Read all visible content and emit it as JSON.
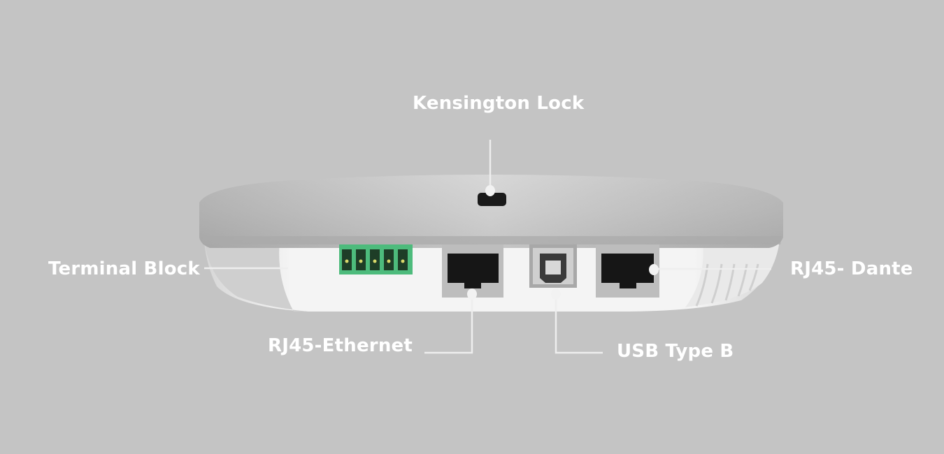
{
  "labels": {
    "kensington": "Kensington Lock",
    "terminal": "Terminal Block",
    "ethernet": "RJ45-Ethernet",
    "usb": "USB Type B",
    "dante": "RJ45- Dante"
  },
  "colors": {
    "background": "#c4c4c4",
    "terminal_block": "#4dbb7c",
    "leader_line": "#eeeeee"
  }
}
